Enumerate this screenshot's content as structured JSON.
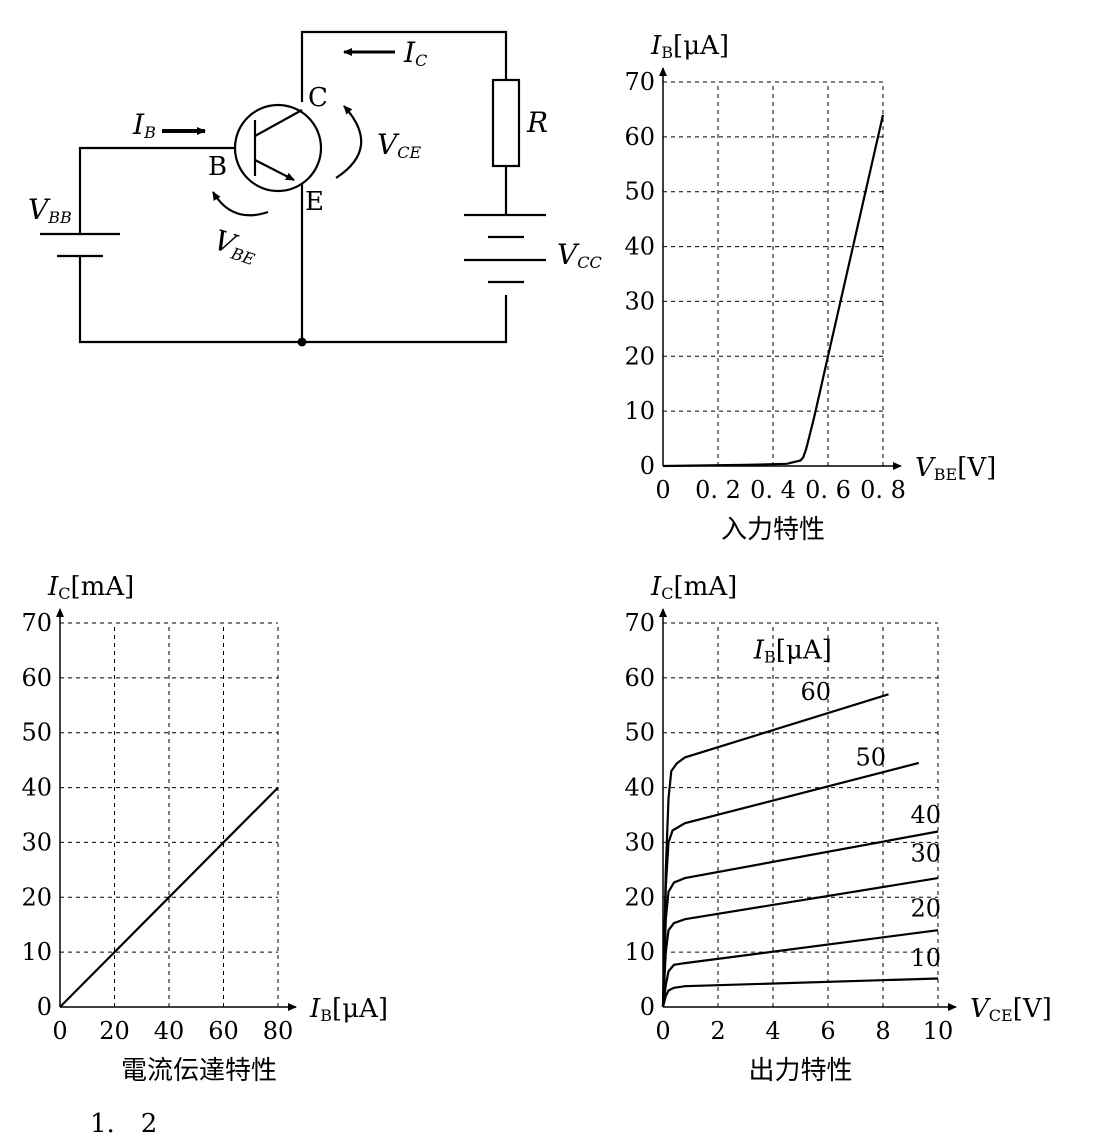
{
  "circuit": {
    "labels": {
      "ic": "I",
      "ic_sub": "C",
      "ib": "I",
      "ib_sub": "B",
      "vce": "V",
      "vce_sub": "CE",
      "vbe": "V",
      "vbe_sub": "BE",
      "vbb": "V",
      "vbb_sub": "BB",
      "vcc": "V",
      "vcc_sub": "CC",
      "r": "R",
      "terminal_c": "C",
      "terminal_b": "B",
      "terminal_e": "E"
    }
  },
  "footer_text": "1.　2",
  "chart_data": [
    {
      "id": "input",
      "type": "line",
      "title": "入力特性",
      "xlabel": {
        "main": "V",
        "sub": "BE",
        "unit": "[V]"
      },
      "ylabel": {
        "main": "I",
        "sub": "B",
        "unit": "[μA]"
      },
      "xlim": [
        0,
        0.8
      ],
      "ylim": [
        0,
        70
      ],
      "x_ticks": [
        0,
        0.2,
        0.4,
        0.6,
        0.8
      ],
      "x_tick_labels": [
        "0",
        "0. 2",
        "0. 4",
        "0. 6",
        "0. 8"
      ],
      "y_ticks": [
        0,
        10,
        20,
        30,
        40,
        50,
        60,
        70
      ],
      "y_tick_labels": [
        "0",
        "10",
        "20",
        "30",
        "40",
        "50",
        "60",
        "70"
      ],
      "grid": true,
      "series": [
        {
          "x": [
            0,
            0.3,
            0.45,
            0.5,
            0.51,
            0.52,
            0.53,
            0.55,
            0.6,
            0.7,
            0.8
          ],
          "y": [
            0,
            0.2,
            0.4,
            1.0,
            1.6,
            3.0,
            5.0,
            9.0,
            20.0,
            42.0,
            64.0
          ]
        }
      ]
    },
    {
      "id": "transfer",
      "type": "line",
      "title": "電流伝達特性",
      "xlabel": {
        "main": "I",
        "sub": "B",
        "unit": "[μA]"
      },
      "ylabel": {
        "main": "I",
        "sub": "C",
        "unit": "[mA]"
      },
      "xlim": [
        0,
        80
      ],
      "ylim": [
        0,
        70
      ],
      "x_ticks": [
        0,
        20,
        40,
        60,
        80
      ],
      "x_tick_labels": [
        "0",
        "20",
        "40",
        "60",
        "80"
      ],
      "y_ticks": [
        0,
        10,
        20,
        30,
        40,
        50,
        60,
        70
      ],
      "y_tick_labels": [
        "0",
        "10",
        "20",
        "30",
        "40",
        "50",
        "60",
        "70"
      ],
      "grid": true,
      "series": [
        {
          "x": [
            0,
            80
          ],
          "y": [
            0,
            40
          ]
        }
      ]
    },
    {
      "id": "output",
      "type": "line",
      "title": "出力特性",
      "xlabel": {
        "main": "V",
        "sub": "CE",
        "unit": "[V]"
      },
      "ylabel": {
        "main": "I",
        "sub": "C",
        "unit": "[mA]"
      },
      "legend_title": {
        "main": "I",
        "sub": "B",
        "unit": "[μA]"
      },
      "xlim": [
        0,
        10
      ],
      "ylim": [
        0,
        70
      ],
      "x_ticks": [
        0,
        2,
        4,
        6,
        8,
        10
      ],
      "x_tick_labels": [
        "0",
        "2",
        "4",
        "6",
        "8",
        "10"
      ],
      "y_ticks": [
        0,
        10,
        20,
        30,
        40,
        50,
        60,
        70
      ],
      "y_tick_labels": [
        "0",
        "10",
        "20",
        "30",
        "40",
        "50",
        "60",
        "70"
      ],
      "grid": true,
      "series": [
        {
          "name": "10",
          "label_at": [
            9,
            7.5
          ],
          "x": [
            0,
            0.1,
            0.2,
            0.4,
            0.8,
            10
          ],
          "y": [
            0,
            2.0,
            3.0,
            3.5,
            3.8,
            5.2
          ]
        },
        {
          "name": "20",
          "label_at": [
            9,
            16.5
          ],
          "x": [
            0,
            0.1,
            0.2,
            0.4,
            0.8,
            10
          ],
          "y": [
            0,
            4.0,
            6.5,
            7.7,
            8.0,
            14.0
          ]
        },
        {
          "name": "30",
          "label_at": [
            9,
            26.5
          ],
          "x": [
            0,
            0.1,
            0.2,
            0.4,
            0.8,
            10
          ],
          "y": [
            0,
            10.0,
            14.0,
            15.3,
            16.0,
            23.5
          ]
        },
        {
          "name": "40",
          "label_at": [
            9,
            33.5
          ],
          "x": [
            0,
            0.1,
            0.2,
            0.4,
            0.8,
            10
          ],
          "y": [
            0,
            16.0,
            21.0,
            22.7,
            23.5,
            32.0
          ]
        },
        {
          "name": "50",
          "label_at": [
            7,
            44
          ],
          "x": [
            0,
            0.1,
            0.2,
            0.35,
            0.8,
            9.3
          ],
          "y": [
            0,
            22.0,
            30.0,
            32.2,
            33.5,
            44.5
          ]
        },
        {
          "name": "60",
          "label_at": [
            5,
            56
          ],
          "x": [
            0,
            0.1,
            0.2,
            0.3,
            0.5,
            0.8,
            8.2
          ],
          "y": [
            0,
            25.0,
            38.0,
            43.0,
            44.4,
            45.5,
            57.0
          ]
        }
      ]
    }
  ]
}
